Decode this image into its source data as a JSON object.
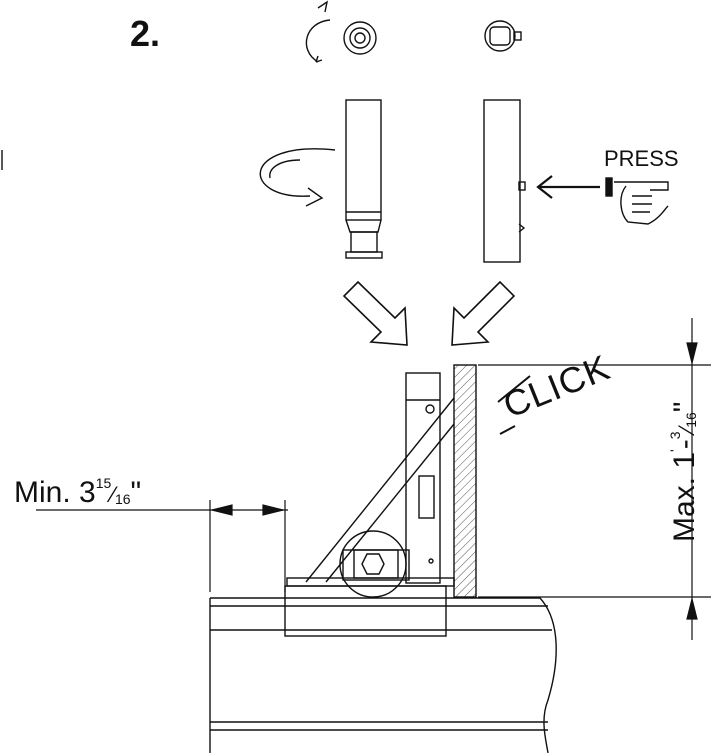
{
  "step": {
    "number": "2."
  },
  "press": {
    "label": "PRESS"
  },
  "click": {
    "label": "CLICK"
  },
  "dimensions": {
    "min": {
      "prefix": "Min. 3",
      "num": "15",
      "slash": "⁄",
      "den": "16",
      "unit": "\""
    },
    "max": {
      "prefix": "Max. 1",
      "foot": "'",
      "dash": "-",
      "num": "3",
      "slash": "⁄",
      "den": "16",
      "unit": "\""
    }
  },
  "icons": [
    "rotate-arrow-icon",
    "washer-icon",
    "lock-nut-icon",
    "rotate-around-icon",
    "press-hand-icon",
    "insert-arrow-icon"
  ],
  "colors": {
    "line": "#111111",
    "hatch": "#555555",
    "background": "#ffffff"
  }
}
